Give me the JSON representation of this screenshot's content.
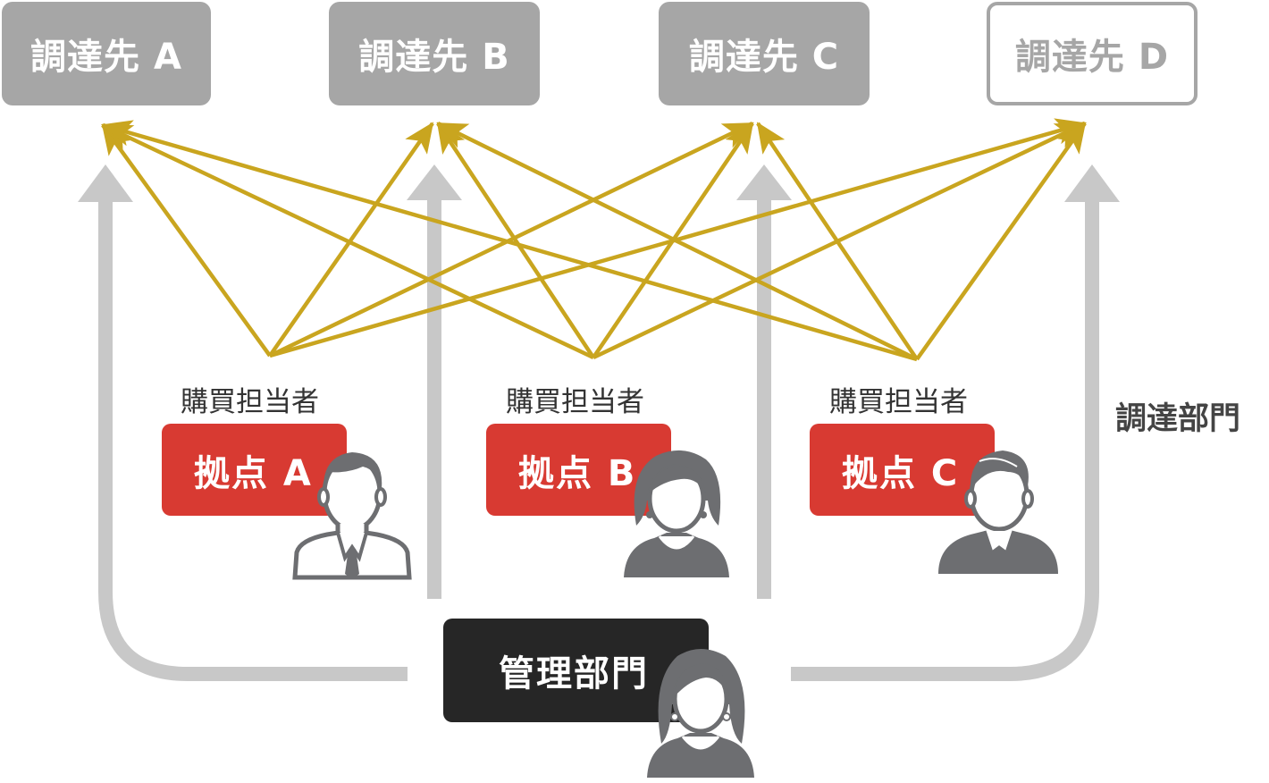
{
  "suppliers": [
    {
      "label": "調達先 A",
      "style": "filled"
    },
    {
      "label": "調達先 B",
      "style": "filled"
    },
    {
      "label": "調達先 C",
      "style": "filled"
    },
    {
      "label": "調達先 D",
      "style": "outline"
    }
  ],
  "bases": [
    {
      "role": "購買担当者",
      "label": "拠点 A",
      "person": "man-tie-icon"
    },
    {
      "role": "購買担当者",
      "label": "拠点 B",
      "person": "woman-icon"
    },
    {
      "role": "購買担当者",
      "label": "拠点 C",
      "person": "man-collar-icon"
    }
  ],
  "procurement_department": "調達部門",
  "management_department": "管理部門",
  "management_person": "woman-long-hair-icon",
  "colors": {
    "supplier_fill": "#a6a6a6",
    "base_red": "#d83a32",
    "management_dark": "#262626",
    "connection_gold": "#c9a51f",
    "flow_gray": "#c8c8c8",
    "person_gray": "#6d6e71"
  }
}
